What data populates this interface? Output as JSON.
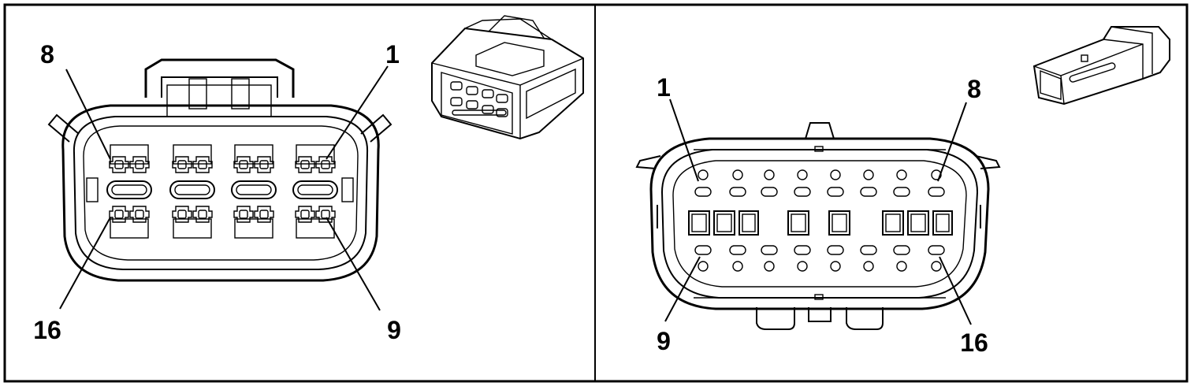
{
  "panels": [
    {
      "id": "female",
      "labels": {
        "top_left": "8",
        "top_right": "1",
        "bottom_left": "16",
        "bottom_right": "9"
      }
    },
    {
      "id": "male",
      "labels": {
        "top_left": "1",
        "top_right": "8",
        "bottom_left": "9",
        "bottom_right": "16"
      }
    }
  ],
  "colors": {
    "line": "#000000",
    "background": "#ffffff"
  },
  "pins_per_connector": 16,
  "cavity_rows": 2,
  "cavities_per_row": 8
}
